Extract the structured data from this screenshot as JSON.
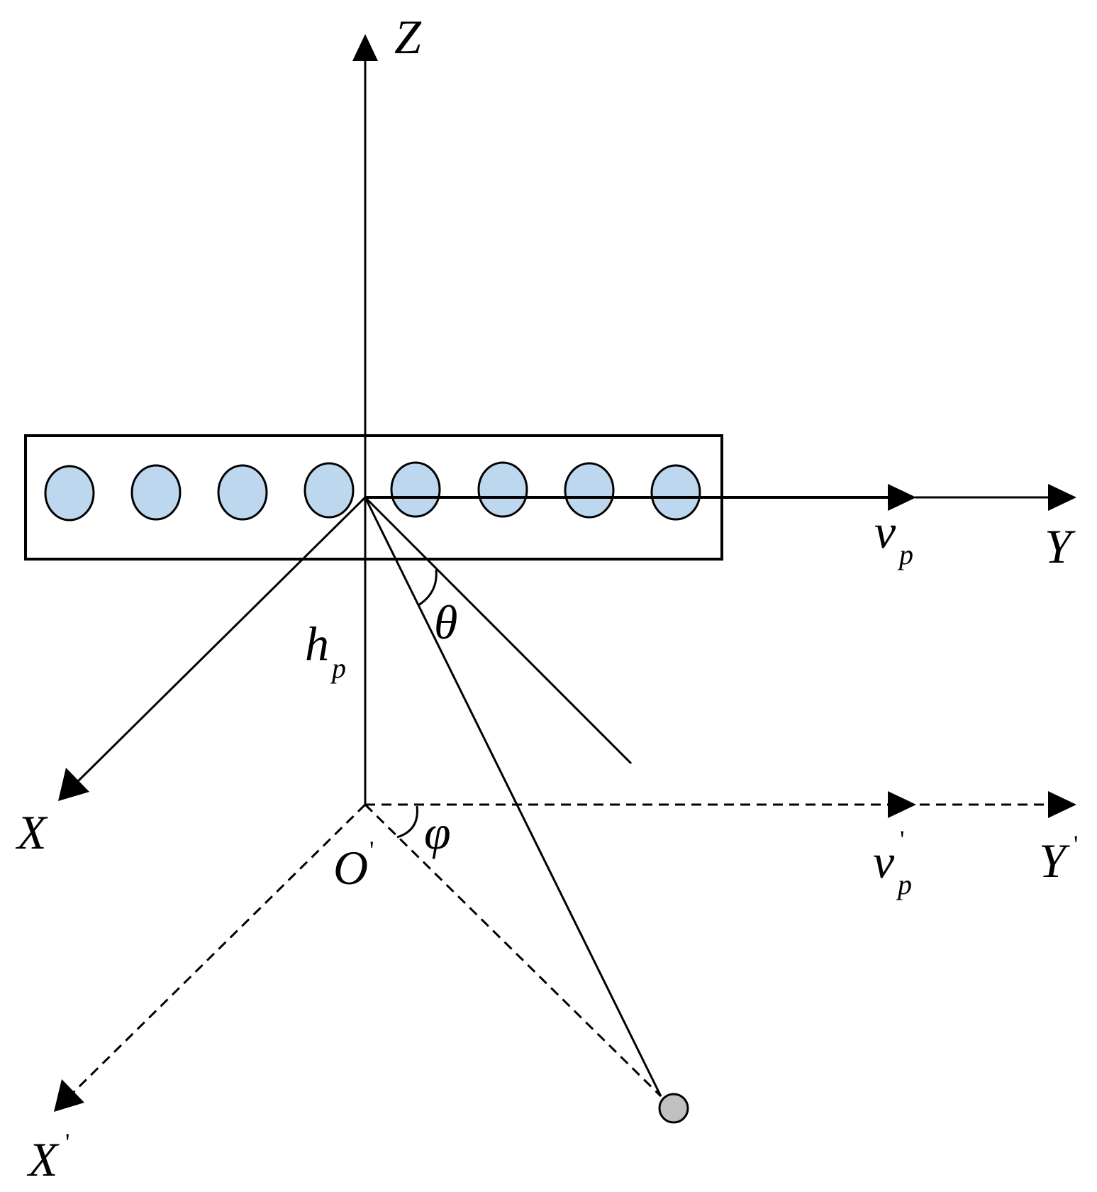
{
  "labels": {
    "z_axis": "Z",
    "y_axis": "Y",
    "x_axis": "X",
    "y_prime_axis": "Y",
    "x_prime_axis": "X",
    "origin_prime": "O",
    "prime_mark": "'",
    "velocity": "v",
    "velocity_sub": "p",
    "velocity_prime": "v",
    "velocity_prime_sub": "p",
    "height": "h",
    "height_sub": "p",
    "theta": "θ",
    "phi": "φ"
  },
  "array": {
    "element_count": 8,
    "element_fill": "#bdd7ee",
    "target_fill": "#c0c0c0"
  }
}
